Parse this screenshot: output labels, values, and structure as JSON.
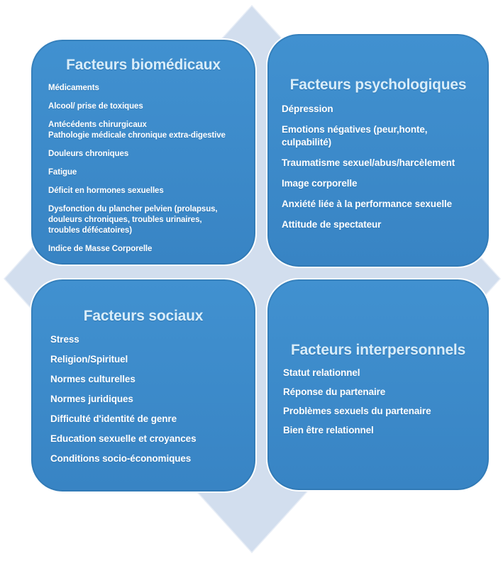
{
  "diagram": {
    "colors": {
      "page_background": "#ffffff",
      "box_fill": "#4191d0",
      "box_fill_dark": "#3884c4",
      "box_border_outer": "#ffffff",
      "diamond": "#d2deee",
      "diamond_edge": "#e7edf6",
      "title_text": "#d9edf9",
      "body_text": "#ffffff"
    },
    "quadrants": [
      {
        "id": "biomedical",
        "title": "Facteurs biomédicaux",
        "items": [
          "Médicaments",
          "Alcool/ prise de toxiques",
          "Antécédents chirurgicaux\nPathologie médicale chronique extra-digestive",
          "Douleurs chroniques",
          "Fatigue",
          "Déficit en hormones sexuelles",
          "Dysfonction du plancher pelvien (prolapsus,\ndouleurs chroniques, troubles urinaires,\ntroubles défécatoires)",
          "Indice de Masse Corporelle"
        ]
      },
      {
        "id": "psychological",
        "title": "Facteurs psychologiques",
        "items": [
          "Dépression",
          "Emotions négatives (peur,honte,\nculpabilité)",
          "Traumatisme sexuel/abus/harcèlement",
          "Image corporelle",
          "Anxiété liée à la performance sexuelle",
          "Attitude de spectateur"
        ]
      },
      {
        "id": "social",
        "title": "Facteurs sociaux",
        "items": [
          "Stress",
          "Religion/Spirituel",
          "Normes culturelles",
          "Normes juridiques",
          "Difficulté d'identité de genre",
          "Education sexuelle et croyances",
          "Conditions socio-économiques"
        ]
      },
      {
        "id": "interpersonal",
        "title": "Facteurs interpersonnels",
        "items": [
          "Statut relationnel",
          "Réponse du partenaire",
          "Problèmes sexuels du partenaire",
          "Bien être relationnel"
        ]
      }
    ]
  }
}
